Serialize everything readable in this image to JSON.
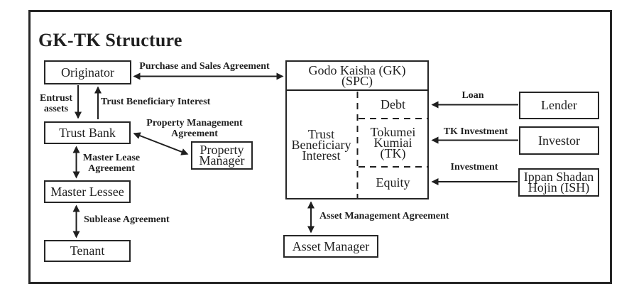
{
  "title": "GK-TK Structure",
  "colors": {
    "ink": "#1f1f1f",
    "background": "#ffffff",
    "border": "#262626"
  },
  "nodes": {
    "originator": {
      "label": "Originator"
    },
    "trust_bank": {
      "label": "Trust Bank"
    },
    "master_lessee": {
      "label": "Master Lessee"
    },
    "tenant": {
      "label": "Tenant"
    },
    "property_manager": {
      "lines": [
        "Property",
        "Manager"
      ]
    },
    "godo_kaisha": {
      "lines": [
        "Godo Kaisha (GK)",
        "(SPC)"
      ]
    },
    "trust_beneficiary_interest_cell": {
      "lines": [
        "Trust",
        "Beneficiary",
        "Interest"
      ]
    },
    "debt_cell": {
      "label": "Debt"
    },
    "tokumei_kumiai_cell": {
      "lines": [
        "Tokumei",
        "Kumiai",
        "(TK)"
      ]
    },
    "equity_cell": {
      "label": "Equity"
    },
    "lender": {
      "label": "Lender"
    },
    "investor": {
      "label": "Investor"
    },
    "ippan_shadan_hojin": {
      "lines": [
        "Ippan Shadan",
        "Hojin (ISH)"
      ]
    },
    "asset_manager": {
      "label": "Asset Manager"
    }
  },
  "edge_labels": {
    "purchase_and_sales": "Purchase and Sales Agreement",
    "entrust_assets": [
      "Entrust",
      "assets"
    ],
    "trust_beneficiary_interest": "Trust Beneficiary Interest",
    "property_management": [
      "Property Management",
      "Agreement"
    ],
    "master_lease": [
      "Master Lease",
      "Agreement"
    ],
    "sublease": "Sublease Agreement",
    "loan": "Loan",
    "tk_investment": "TK Investment",
    "investment": "Investment",
    "asset_management": "Asset Management Agreement"
  }
}
